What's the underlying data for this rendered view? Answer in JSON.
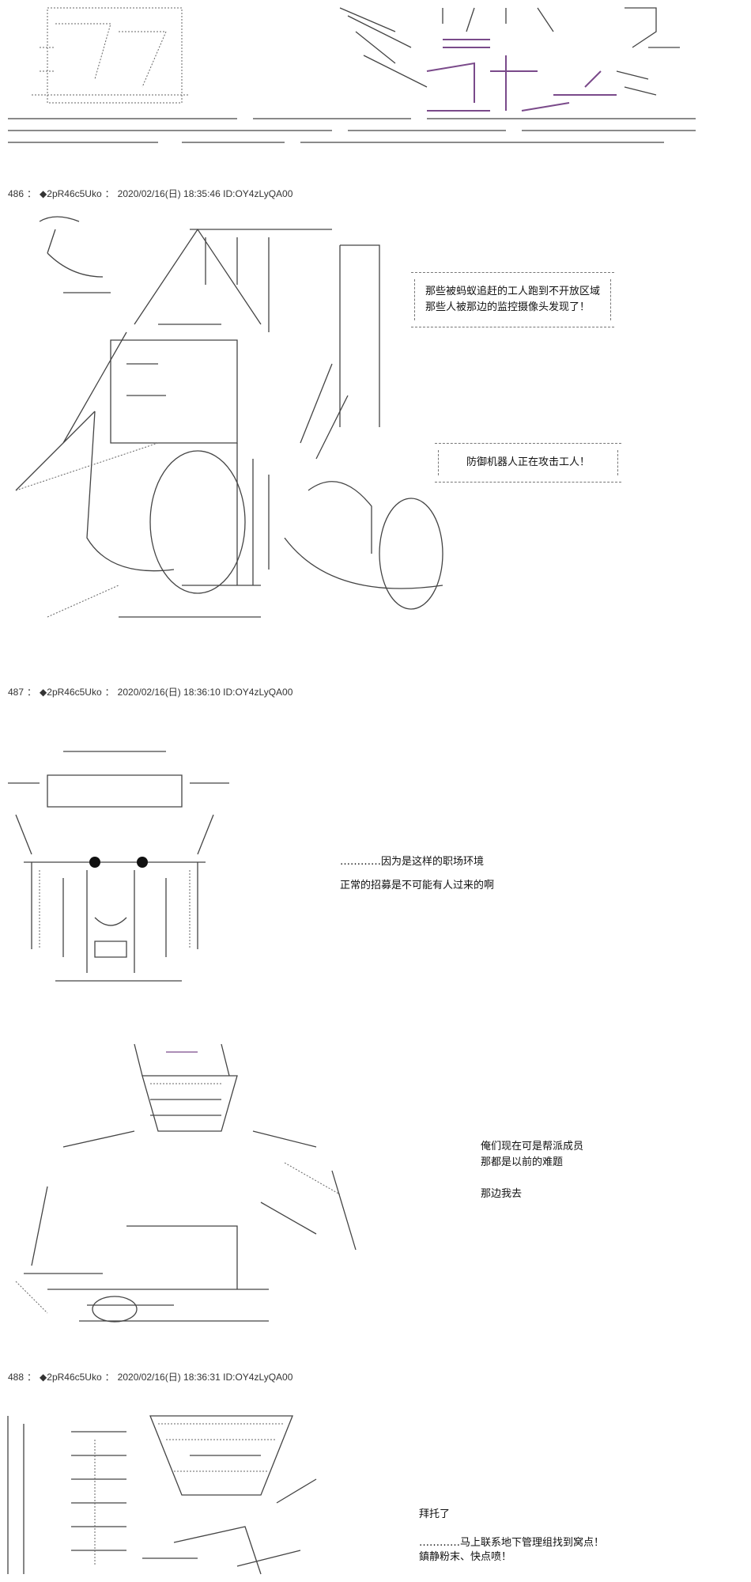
{
  "posts": [
    {
      "number": "486",
      "name": "◆2pR46c5Uko",
      "date": "2020/02/16(日) 18:35:46",
      "id": "ID:OY4zLyQA00",
      "bubbles": [
        {
          "lines": [
            "那些被蚂蚁追赶的工人跑到不开放区域",
            "那些人被那边的监控摄像头发现了！"
          ]
        },
        {
          "lines": [
            "防御机器人正在攻击工人！"
          ]
        }
      ]
    },
    {
      "number": "487",
      "name": "◆2pR46c5Uko",
      "date": "2020/02/16(日) 18:36:10",
      "id": "ID:OY4zLyQA00",
      "lines_a": [
        "…………因为是这样的职场环境",
        "正常的招募是不可能有人过来的啊"
      ],
      "lines_b": [
        "俺们现在可是帮派成员",
        "那都是以前的难题",
        "",
        "那边我去"
      ]
    },
    {
      "number": "488",
      "name": "◆2pR46c5Uko",
      "date": "2020/02/16(日) 18:36:31",
      "id": "ID:OY4zLyQA00",
      "lines": [
        "拜托了",
        "",
        "…………马上联系地下管理组找到窝点！",
        "鎮静粉末、快点喷！"
      ]
    }
  ],
  "separator": "：",
  "colors": {
    "text": "#111111",
    "accent": "#7a4a8a"
  },
  "icons": [
    "ascii-art-character-icon",
    "ascii-art-robot-icon",
    "ascii-art-face-icon",
    "ascii-art-muscle-icon",
    "ascii-art-crowd-icon"
  ]
}
